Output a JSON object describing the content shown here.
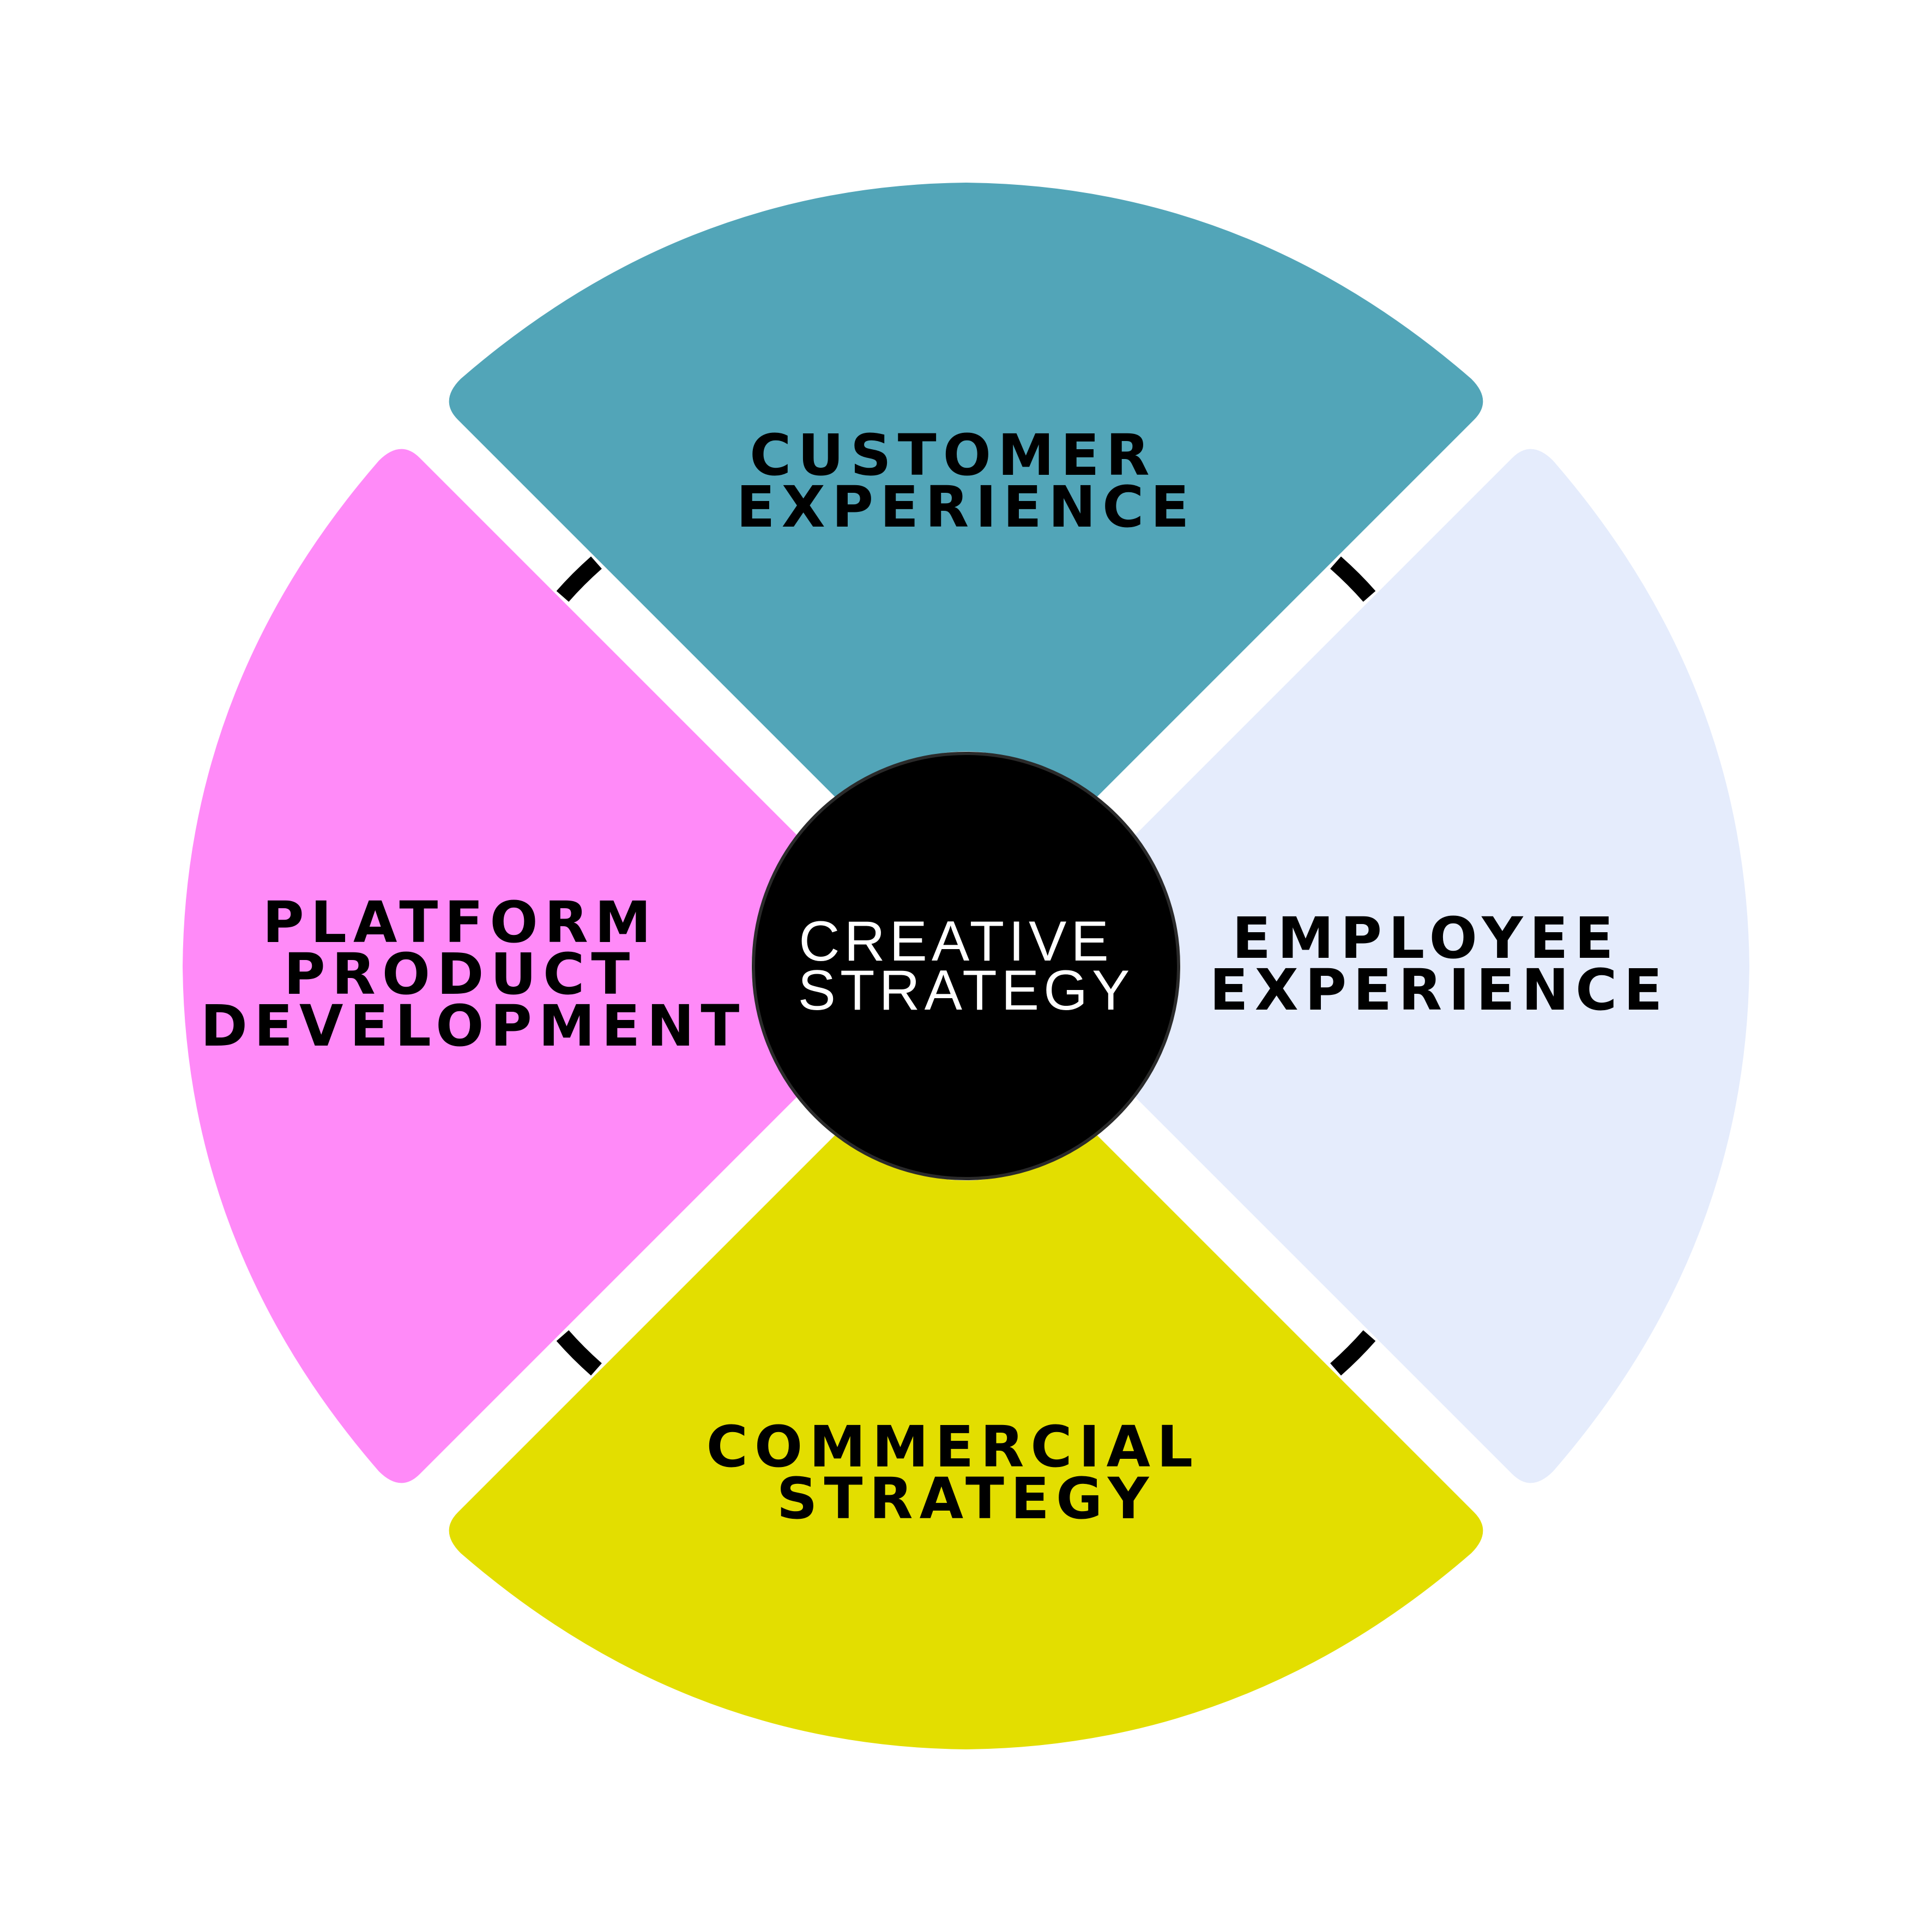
{
  "segments": [
    {
      "id": "top",
      "lines": [
        "CUSTOMER",
        "EXPERIENCE"
      ],
      "color": "#52A5B8"
    },
    {
      "id": "right",
      "lines": [
        "EMPLOYEE",
        "EXPERIENCE"
      ],
      "color": "#E5ECFC"
    },
    {
      "id": "bottom",
      "lines": [
        "COMMERCIAL",
        "STRATEGY"
      ],
      "color": "#E3DE00"
    },
    {
      "id": "left",
      "lines": [
        "PLATFORM",
        "PRODUCT",
        "DEVELOPMENT"
      ],
      "color": "#FF8AF8"
    }
  ],
  "center": {
    "lines": [
      "CREATIVE",
      "STRATEGY"
    ],
    "color": "#000000",
    "text_color": "#FFFFFF"
  }
}
